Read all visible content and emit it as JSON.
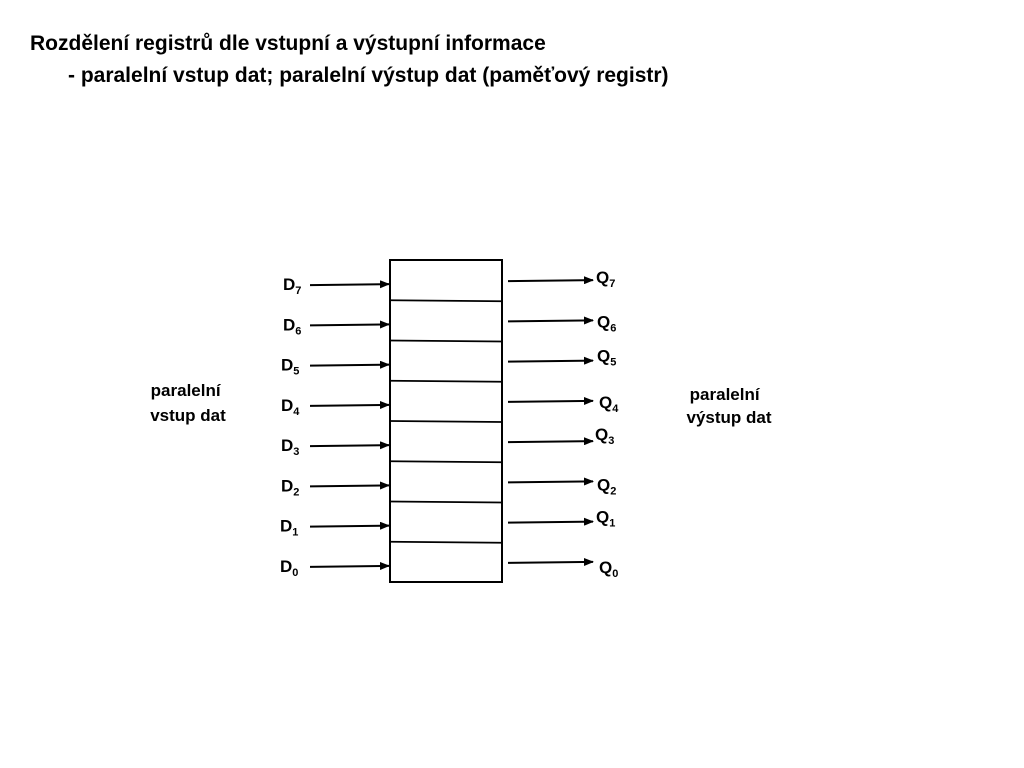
{
  "header": {
    "title": "Rozdělení registrů dle vstupní a výstupní informace",
    "subtitle": "- paralelní vstup dat; paralelní výstup dat (paměťový registr)"
  },
  "diagram": {
    "inputs": [
      {
        "letter": "D",
        "index": "7"
      },
      {
        "letter": "D",
        "index": "6"
      },
      {
        "letter": "D",
        "index": "5"
      },
      {
        "letter": "D",
        "index": "4"
      },
      {
        "letter": "D",
        "index": "3"
      },
      {
        "letter": "D",
        "index": "2"
      },
      {
        "letter": "D",
        "index": "1"
      },
      {
        "letter": "D",
        "index": "0"
      }
    ],
    "outputs": [
      {
        "letter": "Q",
        "index": "7"
      },
      {
        "letter": "Q",
        "index": "6"
      },
      {
        "letter": "Q",
        "index": "5"
      },
      {
        "letter": "Q",
        "index": "4"
      },
      {
        "letter": "Q",
        "index": "3"
      },
      {
        "letter": "Q",
        "index": "2"
      },
      {
        "letter": "Q",
        "index": "1"
      },
      {
        "letter": "Q",
        "index": "0"
      }
    ],
    "left_label": [
      "paralelní",
      "vstup dat"
    ],
    "right_label": [
      "paralelní",
      "výstup dat"
    ]
  }
}
